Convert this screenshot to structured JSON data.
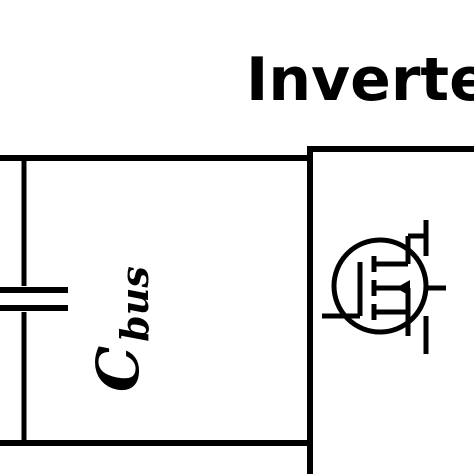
{
  "inverter": {
    "title": "Inverte"
  },
  "capacitor": {
    "symbol": "C",
    "subscript": "bus"
  },
  "colors": {
    "line": "#000000",
    "background": "#ffffff"
  },
  "icons": {
    "transistor": "mosfet-symbol",
    "capacitor": "capacitor-symbol"
  }
}
